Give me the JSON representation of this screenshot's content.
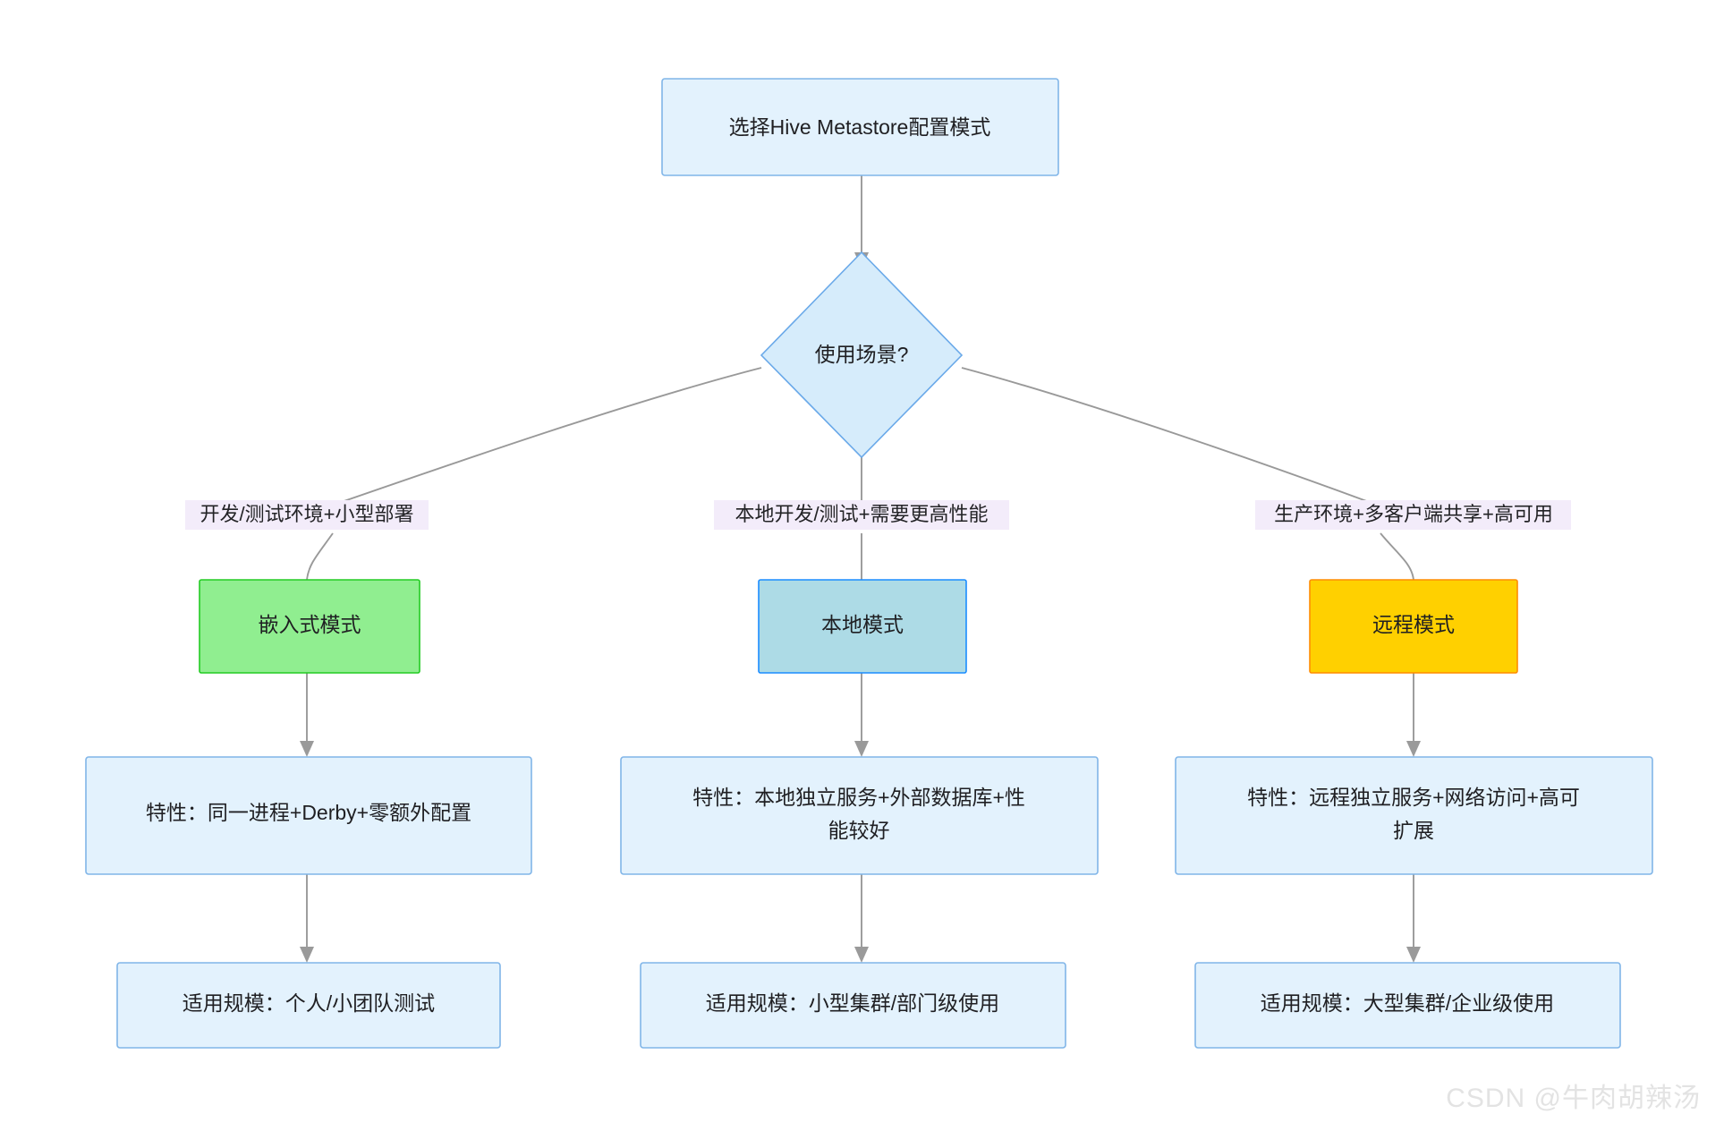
{
  "diagram": {
    "title_node": {
      "label": "选择Hive Metastore配置模式"
    },
    "decision_node": {
      "label": "使用场景?"
    },
    "branches": [
      {
        "edge_label": "开发/测试环境+小型部署",
        "mode_label": "嵌入式模式",
        "mode_fill": "#90ee90",
        "mode_stroke": "#22cc22",
        "feature_lines": [
          "特性：同一进程+Derby+零额外配置"
        ],
        "scale_label": "适用规模：个人/小团队测试"
      },
      {
        "edge_label": "本地开发/测试+需要更高性能",
        "mode_label": "本地模式",
        "mode_fill": "#addbe6",
        "mode_stroke": "#1a8cff",
        "feature_lines": [
          "特性：本地独立服务+外部数据库+性",
          "能较好"
        ],
        "scale_label": "适用规模：小型集群/部门级使用"
      },
      {
        "edge_label": "生产环境+多客户端共享+高可用",
        "mode_label": "远程模式",
        "mode_fill": "#ffd000",
        "mode_stroke": "#ff8c00",
        "feature_lines": [
          "特性：远程独立服务+网络访问+高可",
          "扩展"
        ],
        "scale_label": "适用规模：大型集群/企业级使用"
      }
    ],
    "colors": {
      "default_node_fill": "#e3f2fd",
      "default_node_stroke": "#80b5e8",
      "edge_stroke": "#999999",
      "edge_label_bg": "#f3ecfa",
      "text": "#1f1f22"
    },
    "watermark": "CSDN @牛肉胡辣汤"
  }
}
